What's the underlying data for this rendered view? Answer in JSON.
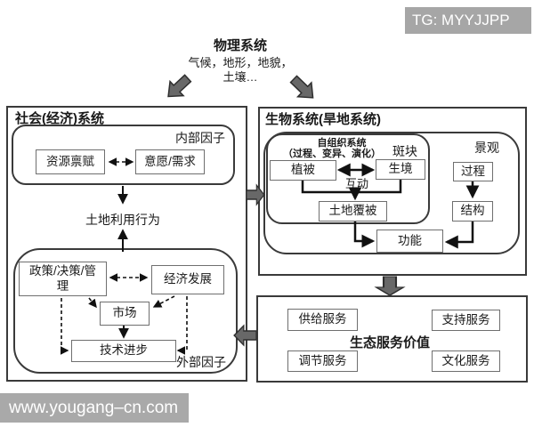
{
  "watermarks": {
    "tg": "TG: MYYJJPP",
    "site": "www.yougang–cn.com"
  },
  "physical_system": {
    "title": "物理系统",
    "detail_line1": "气候，地形，地貌，",
    "detail_line2": "土壤…"
  },
  "social_system": {
    "title": "社会(经济)系统",
    "internal_factors_label": "内部因子",
    "resource_endowment": "资源禀赋",
    "will_demand": "意愿/需求",
    "land_use_behavior": "土地利用行为",
    "external_factors_label": "外部因子",
    "policy": "政策/决策/管理",
    "economic_development": "经济发展",
    "market": "市场",
    "technology_progress": "技术进步"
  },
  "bio_system": {
    "title": "生物系统(旱地系统)",
    "self_org_line1": "自组织系统",
    "self_org_line2": "（过程、变异、演化）",
    "patch": "斑块",
    "vegetation": "植被",
    "habitat": "生境",
    "interaction": "互动",
    "land_cover": "土地覆被",
    "function": "功能",
    "landscape_label": "景观",
    "process": "过程",
    "structure": "结构"
  },
  "eco_services": {
    "title": "生态服务价值",
    "provisioning": "供给服务",
    "supporting": "支持服务",
    "regulating": "调节服务",
    "cultural": "文化服务"
  },
  "colors": {
    "frame_border": "#3a3a3a",
    "small_box_border": "#6f6f6f",
    "block_arrow_fill": "#686868",
    "watermark_bg": "#a6a6a6",
    "line": "#111111"
  }
}
